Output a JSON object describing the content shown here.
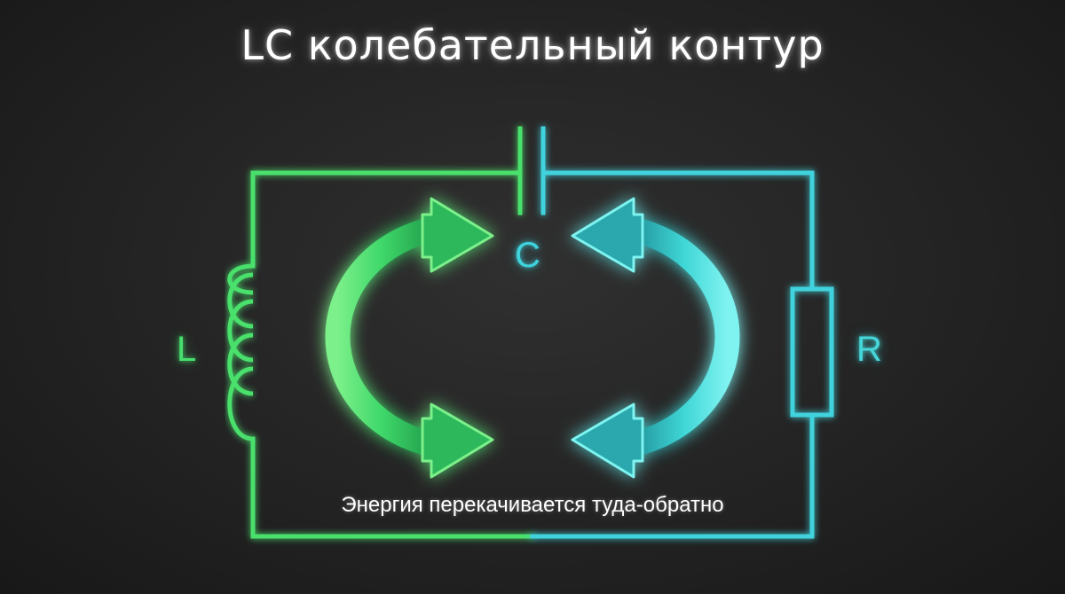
{
  "title": "LC колебательный контур",
  "labels": {
    "capacitor": "C",
    "inductor": "L",
    "resistor": "R"
  },
  "caption": "Энергия перекачивается туда-обратно",
  "colors": {
    "green": "#47df6e",
    "cyan": "#3fd3dd",
    "background": "#262626",
    "text": "#ffffff"
  }
}
